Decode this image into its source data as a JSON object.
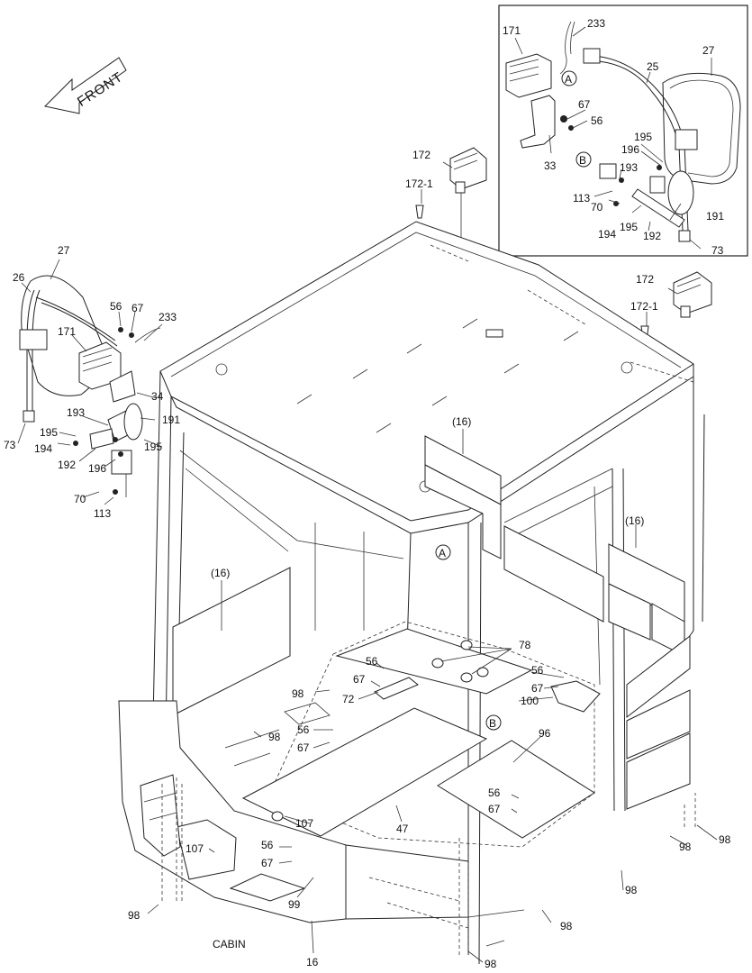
{
  "diagram": {
    "title": "CABIN",
    "direction_label": "FRONT",
    "callouts": {
      "circle_a": "A",
      "circle_b": "B"
    },
    "labels": {
      "l233_inset": "233",
      "l171_inset": "171",
      "l27_inset": "27",
      "l25_inset": "25",
      "l67_inset": "67",
      "l56_inset": "56",
      "l195_inset": "195",
      "l196_inset": "196",
      "l33_inset": "33",
      "l193_inset": "193",
      "l113_inset": "113",
      "l70_inset": "70",
      "l194_inset": "194",
      "l195b_inset": "195",
      "l192_inset": "192",
      "l191_inset": "191",
      "l73_inset": "73",
      "l172_a": "172",
      "l1721_a": "172-1",
      "l172_b": "172",
      "l1721_b": "172-1",
      "l27": "27",
      "l26": "26",
      "l56_a": "56",
      "l67_a": "67",
      "l233": "233",
      "l171": "171",
      "l34": "34",
      "l193": "193",
      "l191": "191",
      "l73": "73",
      "l195_a": "195",
      "l194": "194",
      "l195_b": "195",
      "l192": "192",
      "l196": "196",
      "l70": "70",
      "l113": "113",
      "l16_top": "(16)",
      "l16_right": "(16)",
      "l16_left": "(16)",
      "l78": "78",
      "l98_a": "98",
      "l56_b": "56",
      "l67_b": "67",
      "l72": "72",
      "l56_c": "56",
      "l67_c": "67",
      "l100": "100",
      "l56_d": "56",
      "l67_d": "67",
      "l98_b": "98",
      "l96": "96",
      "l56_e": "56",
      "l67_e": "67",
      "l47": "47",
      "l107_a": "107",
      "l107_b": "107",
      "l56_f": "56",
      "l67_f": "67",
      "l99": "99",
      "l98_c": "98",
      "l98_d": "98",
      "l98_e": "98",
      "l98_f": "98",
      "l98_g": "98",
      "l98_h": "98",
      "l16_bottom": "16"
    }
  }
}
